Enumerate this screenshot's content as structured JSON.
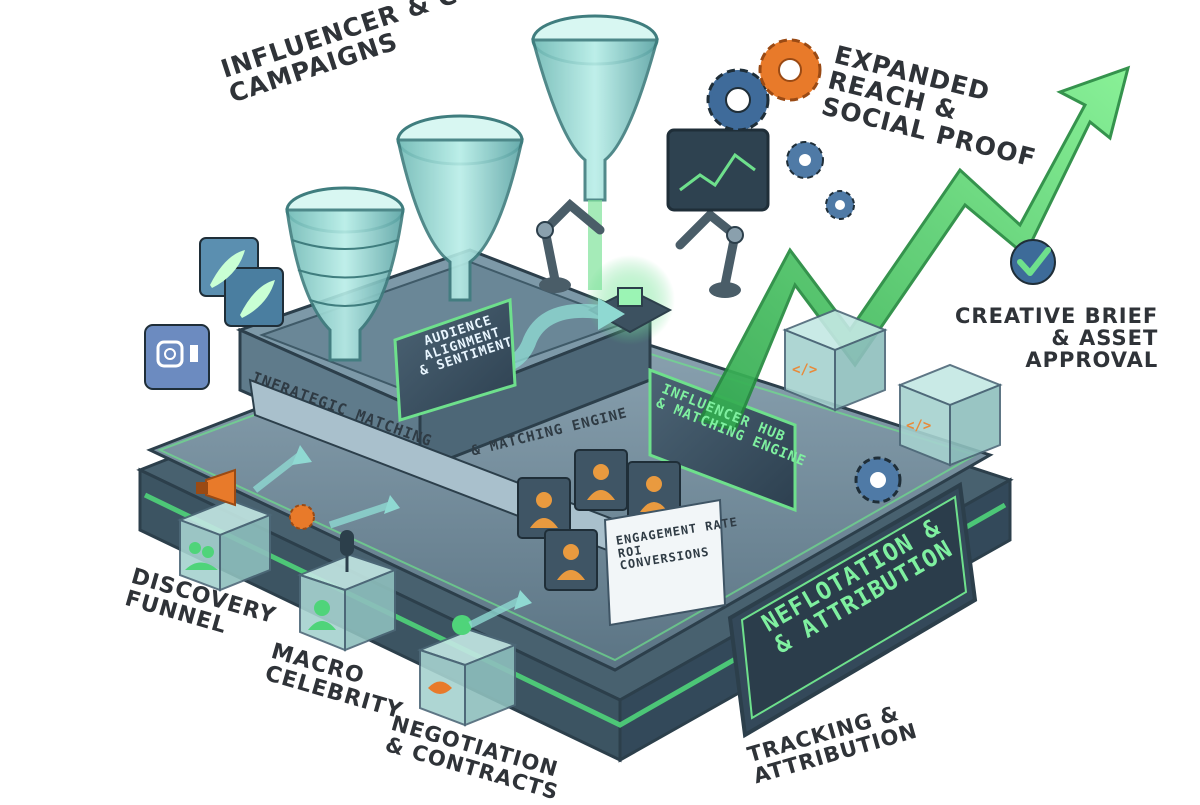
{
  "labels": {
    "influencer_campaigns": [
      "INFLUENCER & COLLABORATION",
      "CAMPAIGNS"
    ],
    "expanded_reach": [
      "EXPANDED",
      "REACH &",
      "SOCIAL PROOF"
    ],
    "creative_brief": [
      "CREATIVE BRIEF",
      "& ASSET",
      "APPROVAL"
    ],
    "discovery_funnel": [
      "DISCOVERY",
      "FUNNEL"
    ],
    "macro_celebrity": [
      "MACRO",
      "CELEBRITY"
    ],
    "negotiation": [
      "NEGOTIATION",
      "& CONTRACTS"
    ],
    "tracking": [
      "TRACKING &",
      "ATTRIBUTION"
    ]
  },
  "panels": {
    "audience": [
      "AUDIENCE",
      "ALIGNMENT",
      "& SENTIMENT"
    ],
    "strategic": "INFRATEGIC MATCHING",
    "matching_engine": "& MATCHING ENGINE",
    "influencer_hub": [
      "INFLUENCER HUB",
      "& MATCHING ENGINE"
    ],
    "metrics": [
      "ENGAGEMENT RATE",
      "ROI",
      "CONVERSIONS"
    ],
    "attribution": [
      "NEFLOTATION &",
      "& ATTRIBUTION"
    ]
  },
  "colors": {
    "accent_green": "#4fd47a",
    "arrow_green": "#3cc15a",
    "gear_orange": "#e87a2a",
    "platform_slate": "#6f8a9c",
    "glass_teal": "#8fd9d2"
  },
  "icons": [
    "gear-icon",
    "checkmark-icon",
    "megaphone-icon",
    "microphone-icon",
    "user-icon",
    "handshake-icon",
    "code-icon",
    "camera-icon",
    "feather-icon",
    "funnel-icon",
    "robot-arm-icon",
    "chip-icon",
    "growth-arrow-icon"
  ]
}
